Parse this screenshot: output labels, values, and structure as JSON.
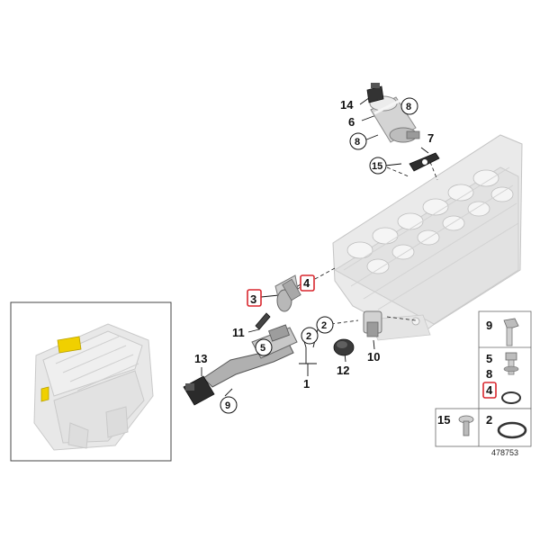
{
  "diagram_ref": "478753",
  "labels": {
    "n1": "1",
    "n2a": "2",
    "n2b": "2",
    "n3": "3",
    "n4": "4",
    "n5": "5",
    "n6": "6",
    "n7": "7",
    "n8a": "8",
    "n8b": "8",
    "n9": "9",
    "n10": "10",
    "n11": "11",
    "n12": "12",
    "n13": "13",
    "n14": "14",
    "n15": "15"
  },
  "legend": {
    "n9": "9",
    "n5": "5",
    "n8": "8",
    "n4": "4",
    "n15": "15",
    "n2": "2"
  },
  "colors": {
    "highlight": "#d9272e",
    "engine_accent": "#f0d000",
    "line": "#111111"
  }
}
